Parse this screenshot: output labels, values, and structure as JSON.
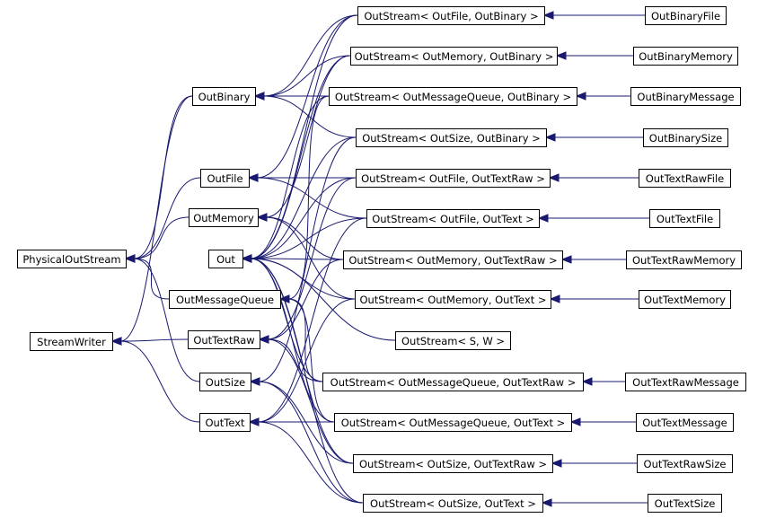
{
  "colors": {
    "edge": "#191970",
    "node_border": "#000000",
    "node_fill": "#ffffff",
    "text": "#000000"
  },
  "nodes": [
    {
      "id": "PhysicalOutStream",
      "label": "PhysicalOutStream"
    },
    {
      "id": "StreamWriter",
      "label": "StreamWriter"
    },
    {
      "id": "OutBinary",
      "label": "OutBinary"
    },
    {
      "id": "OutFile",
      "label": "OutFile"
    },
    {
      "id": "OutMemory",
      "label": "OutMemory"
    },
    {
      "id": "Out",
      "label": "Out"
    },
    {
      "id": "OutMessageQueue",
      "label": "OutMessageQueue"
    },
    {
      "id": "OutTextRaw",
      "label": "OutTextRaw"
    },
    {
      "id": "OutSize",
      "label": "OutSize"
    },
    {
      "id": "OutText",
      "label": "OutText"
    },
    {
      "id": "OS_File_Binary",
      "label": "OutStream< OutFile, OutBinary >"
    },
    {
      "id": "OS_Memory_Binary",
      "label": "OutStream< OutMemory, OutBinary >"
    },
    {
      "id": "OS_MQ_Binary",
      "label": "OutStream< OutMessageQueue, OutBinary >"
    },
    {
      "id": "OS_Size_Binary",
      "label": "OutStream< OutSize, OutBinary >"
    },
    {
      "id": "OS_File_TextRaw",
      "label": "OutStream< OutFile, OutTextRaw >"
    },
    {
      "id": "OS_File_Text",
      "label": "OutStream< OutFile, OutText >"
    },
    {
      "id": "OS_Memory_TextRaw",
      "label": "OutStream< OutMemory, OutTextRaw >"
    },
    {
      "id": "OS_Memory_Text",
      "label": "OutStream< OutMemory, OutText >"
    },
    {
      "id": "OS_S_W",
      "label": "OutStream< S, W >"
    },
    {
      "id": "OS_MQ_TextRaw",
      "label": "OutStream< OutMessageQueue, OutTextRaw >"
    },
    {
      "id": "OS_MQ_Text",
      "label": "OutStream< OutMessageQueue, OutText >"
    },
    {
      "id": "OS_Size_TextRaw",
      "label": "OutStream< OutSize, OutTextRaw >"
    },
    {
      "id": "OS_Size_Text",
      "label": "OutStream< OutSize, OutText >"
    },
    {
      "id": "OutBinaryFile",
      "label": "OutBinaryFile"
    },
    {
      "id": "OutBinaryMemory",
      "label": "OutBinaryMemory"
    },
    {
      "id": "OutBinaryMessage",
      "label": "OutBinaryMessage"
    },
    {
      "id": "OutBinarySize",
      "label": "OutBinarySize"
    },
    {
      "id": "OutTextRawFile",
      "label": "OutTextRawFile"
    },
    {
      "id": "OutTextFile",
      "label": "OutTextFile"
    },
    {
      "id": "OutTextRawMemory",
      "label": "OutTextRawMemory"
    },
    {
      "id": "OutTextMemory",
      "label": "OutTextMemory"
    },
    {
      "id": "OutTextRawMessage",
      "label": "OutTextRawMessage"
    },
    {
      "id": "OutTextMessage",
      "label": "OutTextMessage"
    },
    {
      "id": "OutTextRawSize",
      "label": "OutTextRawSize"
    },
    {
      "id": "OutTextSize",
      "label": "OutTextSize"
    }
  ],
  "edges": [
    {
      "from": "OutBinary",
      "to": "PhysicalOutStream"
    },
    {
      "from": "OutFile",
      "to": "PhysicalOutStream"
    },
    {
      "from": "OutMemory",
      "to": "PhysicalOutStream"
    },
    {
      "from": "OutMessageQueue",
      "to": "PhysicalOutStream"
    },
    {
      "from": "OutSize",
      "to": "PhysicalOutStream"
    },
    {
      "from": "OutBinary",
      "to": "StreamWriter"
    },
    {
      "from": "OutTextRaw",
      "to": "StreamWriter"
    },
    {
      "from": "OutText",
      "to": "StreamWriter"
    },
    {
      "from": "OS_File_Binary",
      "to": "OutFile"
    },
    {
      "from": "OS_File_Binary",
      "to": "OutBinary"
    },
    {
      "from": "OS_File_Binary",
      "to": "Out"
    },
    {
      "from": "OS_Memory_Binary",
      "to": "OutMemory"
    },
    {
      "from": "OS_Memory_Binary",
      "to": "OutBinary"
    },
    {
      "from": "OS_Memory_Binary",
      "to": "Out"
    },
    {
      "from": "OS_MQ_Binary",
      "to": "OutMessageQueue"
    },
    {
      "from": "OS_MQ_Binary",
      "to": "OutBinary"
    },
    {
      "from": "OS_MQ_Binary",
      "to": "Out"
    },
    {
      "from": "OS_Size_Binary",
      "to": "OutSize"
    },
    {
      "from": "OS_Size_Binary",
      "to": "OutBinary"
    },
    {
      "from": "OS_Size_Binary",
      "to": "Out"
    },
    {
      "from": "OS_File_TextRaw",
      "to": "OutFile"
    },
    {
      "from": "OS_File_TextRaw",
      "to": "OutTextRaw"
    },
    {
      "from": "OS_File_TextRaw",
      "to": "Out"
    },
    {
      "from": "OS_File_Text",
      "to": "OutFile"
    },
    {
      "from": "OS_File_Text",
      "to": "OutText"
    },
    {
      "from": "OS_File_Text",
      "to": "Out"
    },
    {
      "from": "OS_Memory_TextRaw",
      "to": "OutMemory"
    },
    {
      "from": "OS_Memory_TextRaw",
      "to": "OutTextRaw"
    },
    {
      "from": "OS_Memory_TextRaw",
      "to": "Out"
    },
    {
      "from": "OS_Memory_Text",
      "to": "OutMemory"
    },
    {
      "from": "OS_Memory_Text",
      "to": "OutText"
    },
    {
      "from": "OS_Memory_Text",
      "to": "Out"
    },
    {
      "from": "OS_S_W",
      "to": "Out"
    },
    {
      "from": "OS_MQ_TextRaw",
      "to": "OutMessageQueue"
    },
    {
      "from": "OS_MQ_TextRaw",
      "to": "OutTextRaw"
    },
    {
      "from": "OS_MQ_TextRaw",
      "to": "Out"
    },
    {
      "from": "OS_MQ_Text",
      "to": "OutMessageQueue"
    },
    {
      "from": "OS_MQ_Text",
      "to": "OutText"
    },
    {
      "from": "OS_MQ_Text",
      "to": "Out"
    },
    {
      "from": "OS_Size_TextRaw",
      "to": "OutSize"
    },
    {
      "from": "OS_Size_TextRaw",
      "to": "OutTextRaw"
    },
    {
      "from": "OS_Size_TextRaw",
      "to": "Out"
    },
    {
      "from": "OS_Size_Text",
      "to": "OutSize"
    },
    {
      "from": "OS_Size_Text",
      "to": "OutText"
    },
    {
      "from": "OS_Size_Text",
      "to": "Out"
    },
    {
      "from": "OutBinaryFile",
      "to": "OS_File_Binary"
    },
    {
      "from": "OutBinaryMemory",
      "to": "OS_Memory_Binary"
    },
    {
      "from": "OutBinaryMessage",
      "to": "OS_MQ_Binary"
    },
    {
      "from": "OutBinarySize",
      "to": "OS_Size_Binary"
    },
    {
      "from": "OutTextRawFile",
      "to": "OS_File_TextRaw"
    },
    {
      "from": "OutTextFile",
      "to": "OS_File_Text"
    },
    {
      "from": "OutTextRawMemory",
      "to": "OS_Memory_TextRaw"
    },
    {
      "from": "OutTextMemory",
      "to": "OS_Memory_Text"
    },
    {
      "from": "OutTextRawMessage",
      "to": "OS_MQ_TextRaw"
    },
    {
      "from": "OutTextMessage",
      "to": "OS_MQ_Text"
    },
    {
      "from": "OutTextRawSize",
      "to": "OS_Size_TextRaw"
    },
    {
      "from": "OutTextSize",
      "to": "OS_Size_Text"
    }
  ]
}
